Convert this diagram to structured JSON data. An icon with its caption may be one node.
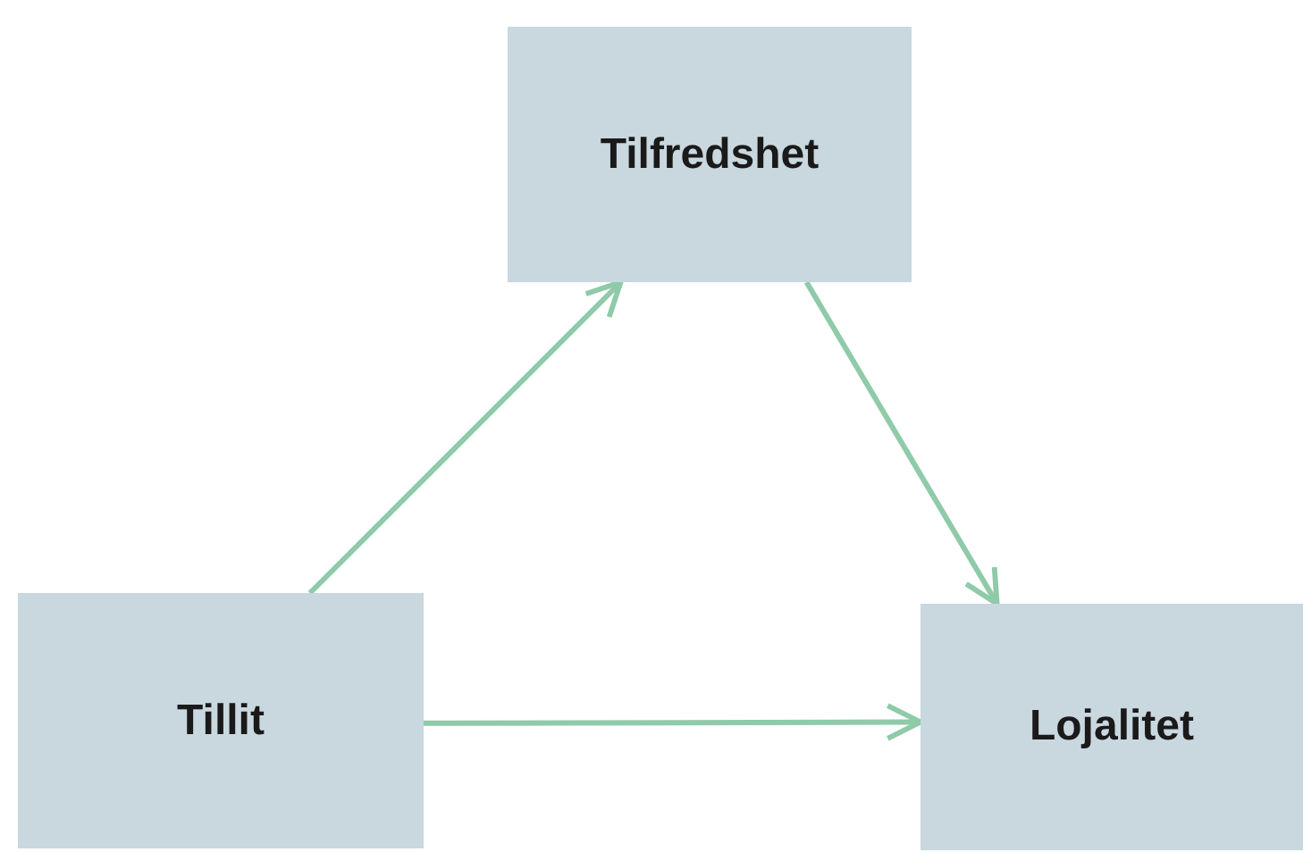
{
  "diagram": {
    "nodes": [
      {
        "text": [
          "Tilfredshet"
        ]
      },
      {
        "text": [
          "Tillit"
        ]
      },
      {
        "text": [
          "Lojalitet"
        ]
      }
    ],
    "edges": [
      {
        "from": 1,
        "to": 0,
        "arrow": "to"
      },
      {
        "from": 0,
        "to": 2,
        "arrow": "to"
      },
      {
        "from": 1,
        "to": 2,
        "arrow": "to"
      }
    ]
  }
}
